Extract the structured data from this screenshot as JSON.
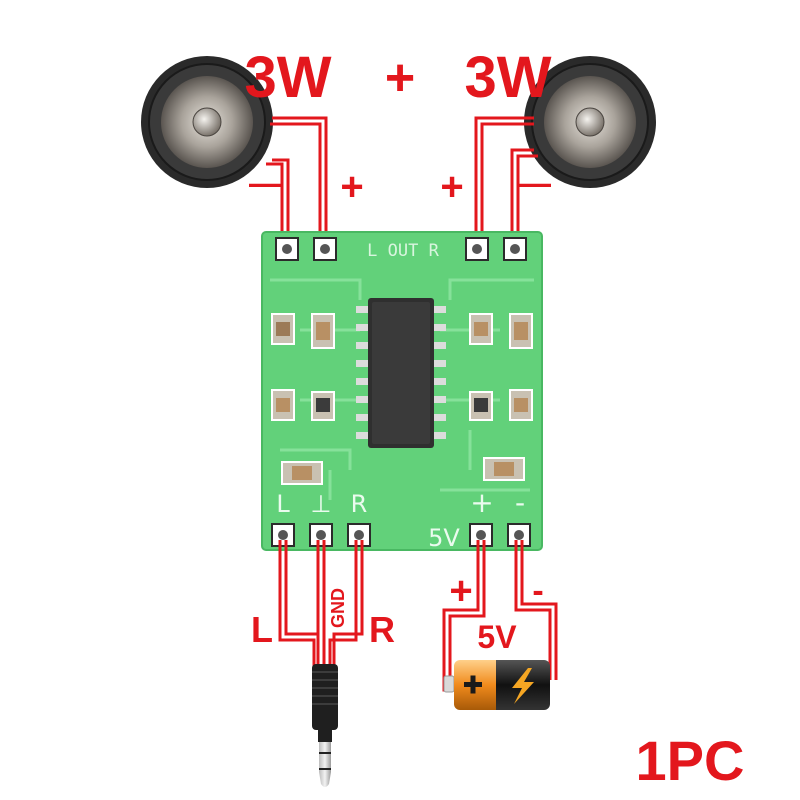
{
  "power": {
    "left_speaker": "3W",
    "plus": "+",
    "right_speaker": "3W"
  },
  "speaker_terminals": {
    "left_minus": "—",
    "left_plus": "+",
    "right_plus": "+",
    "right_minus": "—"
  },
  "board": {
    "out_label": "L OUT R",
    "in_left": "L",
    "in_gnd": "⊥",
    "in_right": "R",
    "vin_label": "5V",
    "vin_plus": "+",
    "vin_minus": "-"
  },
  "audio_input": {
    "left": "L",
    "gnd": "GND",
    "right": "R"
  },
  "supply": {
    "plus": "+",
    "minus": "-",
    "voltage": "5V"
  },
  "quantity": "1PC",
  "colors": {
    "wire": "#e3171d",
    "pcb": "#62d17a",
    "pcb_dark": "#3fb55c",
    "chip": "#2f2f2f",
    "battery_orange": "#f08a1c",
    "battery_black": "#151515"
  }
}
